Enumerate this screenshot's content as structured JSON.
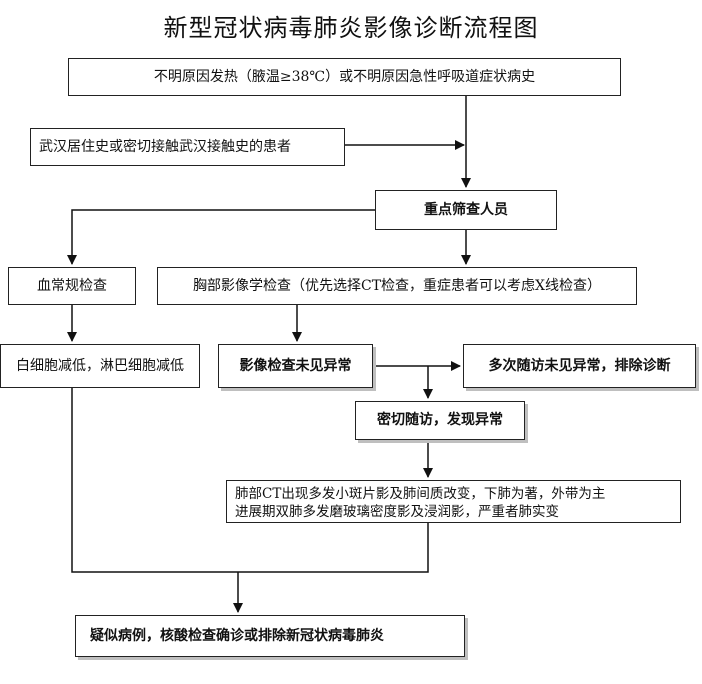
{
  "title": "新型冠状病毒肺炎影像诊断流程图",
  "nodes": {
    "fever": "不明原因发热（腋温≥38℃）或不明原因急性呼吸道症状病史",
    "wuhan": "武汉居住史或密切接触武汉接触史的患者",
    "screening": "重点筛查人员",
    "blood": "血常规检查",
    "chest": "胸部影像学检查（优先选择CT检查，重症患者可以考虑X线检查）",
    "lowcount": "白细胞减低，淋巴细胞减低",
    "imaging_normal": "影像检查未见异常",
    "multi_followup": "多次随访未见异常，排除诊断",
    "followup_abnormal": "密切随访，发现异常",
    "ct_line1": "肺部CT出现多发小斑片影及肺间质改变，下肺为著，外带为主",
    "ct_line2": "进展期双肺多发磨玻璃密度影及浸润影，严重者肺实变",
    "suspected": "疑似病例，核酸检查确诊或排除新冠状病毒肺炎"
  }
}
